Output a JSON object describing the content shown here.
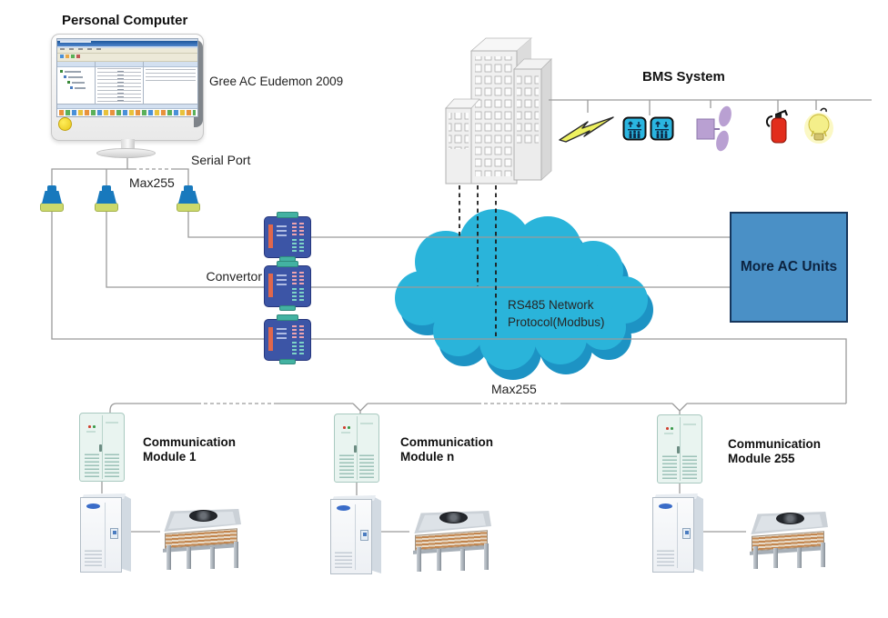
{
  "labels": {
    "pc_title": "Personal Computer",
    "software": "Gree AC Eudemon 2009",
    "serial_port": "Serial Port",
    "max255_serial": "Max255",
    "convertor": "Convertor",
    "bms": "BMS System",
    "rs485_line1": "RS485 Network",
    "rs485_line2": "Protocol(Modbus)",
    "more_ac": "More AC Units",
    "max255_bus": "Max255"
  },
  "modules": [
    {
      "line1": "Communication",
      "line2": "Module 1"
    },
    {
      "line1": "Communication",
      "line2": "Module n"
    },
    {
      "line1": "Communication",
      "line2": "Module 255"
    }
  ],
  "bms_icons": [
    "power-lightning",
    "elevator",
    "elevator",
    "ventilation-fan",
    "fire-extinguisher",
    "lighting-bulb"
  ],
  "colors": {
    "cloud": "#2ab4da",
    "cloud_dark": "#1d93c4",
    "box_blue": "#4a90c6",
    "box_border": "#16365c",
    "wire": "#9b9b9b",
    "connector_blue": "#1879bd",
    "connector_plate": "#ccd96b",
    "converter_body": "#3c55a6",
    "converter_tab": "#43b2a2",
    "converter_stripe": "#e0674c",
    "elevator_cyan": "#2ab5e0",
    "bolt_yellow": "#eef160",
    "fan_purple": "#b9a0d2",
    "extinguisher_red": "#e22d1c",
    "bulb_yellow": "#f4ef8a",
    "module_body": "#e9f4f0",
    "cabinet_logo": "#3a6cc8"
  }
}
